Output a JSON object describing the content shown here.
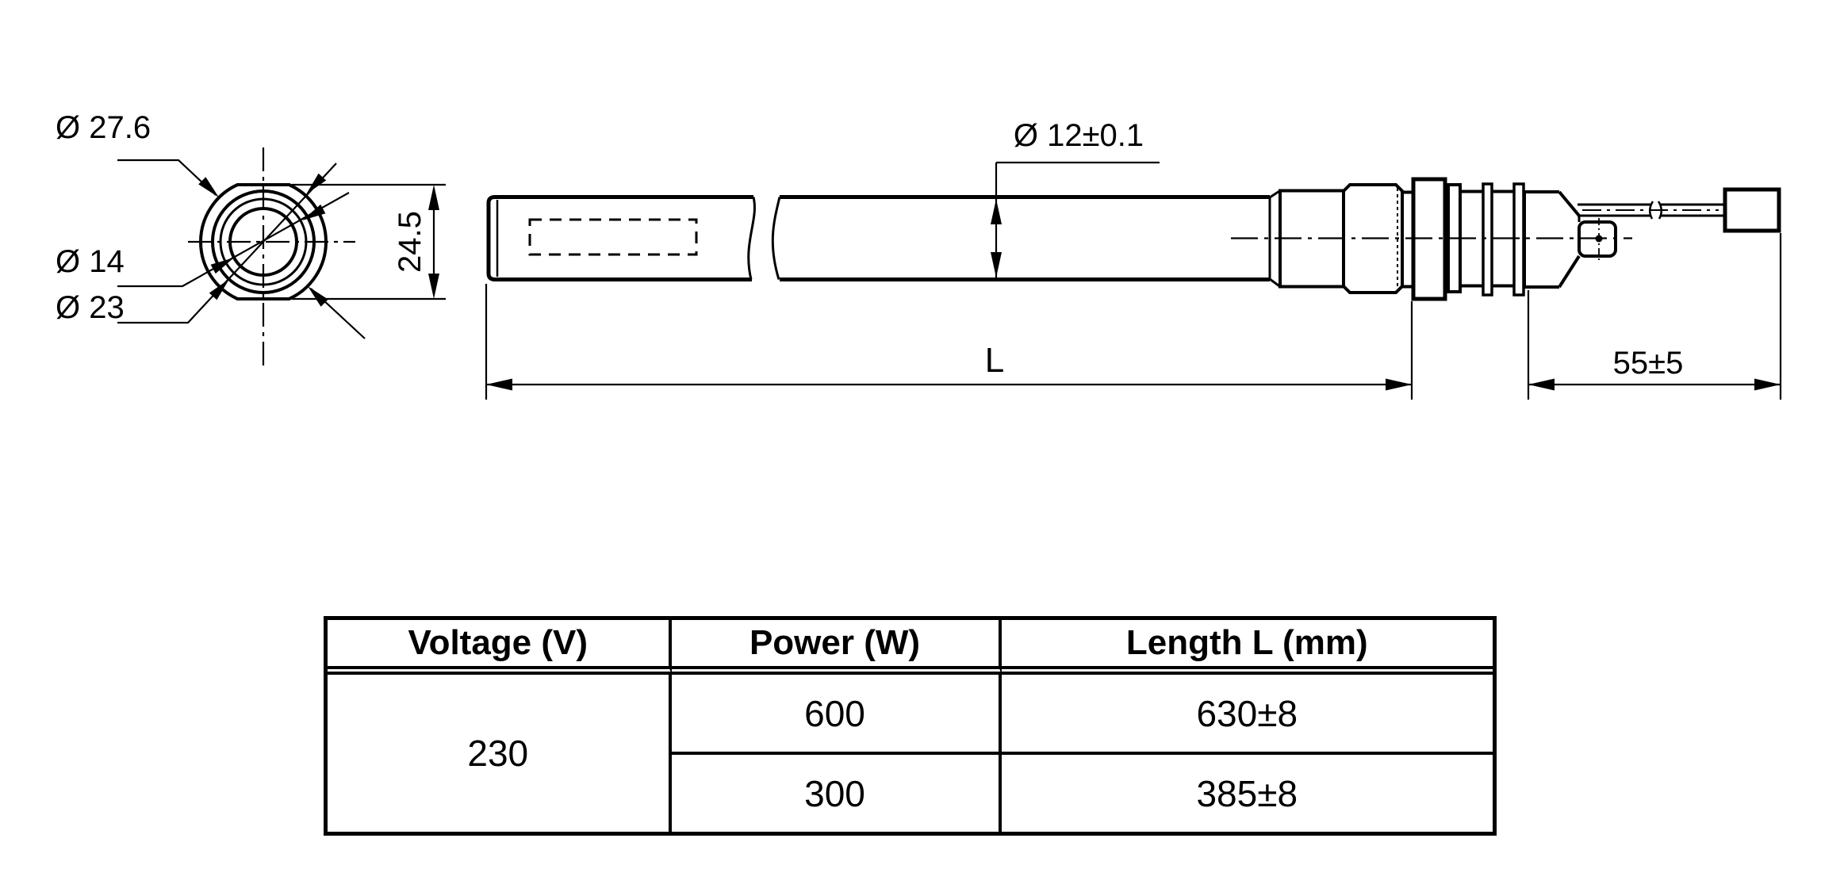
{
  "drawing": {
    "section_labels": {
      "dia_outer": "Ø 27.6",
      "dia_inner": "Ø 14",
      "dia_mid": "Ø 23",
      "across_flats": "24.5"
    },
    "side_labels": {
      "tube_dia": "Ø 12±0.1",
      "length": "L",
      "cold_end": "55±5"
    }
  },
  "table": {
    "headers": [
      "Voltage (V)",
      "Power (W)",
      "Length L (mm)"
    ],
    "voltage": "230",
    "rows": [
      {
        "power": "600",
        "length": "630±8"
      },
      {
        "power": "300",
        "length": "385±8"
      }
    ]
  },
  "colors": {
    "line": "#000000",
    "background": "#ffffff"
  }
}
